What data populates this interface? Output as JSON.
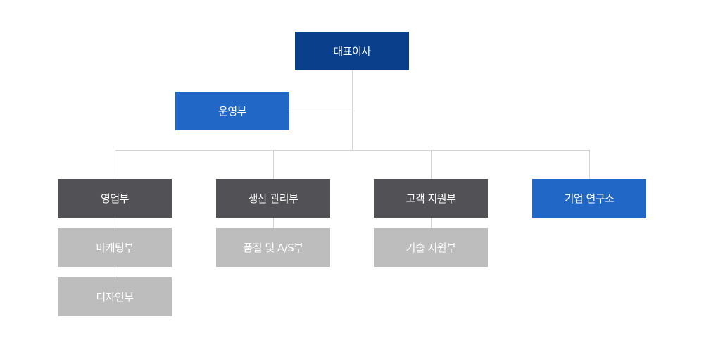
{
  "org_chart": {
    "ceo": {
      "label": "대표이사",
      "color": "#0a3f8c"
    },
    "staff": {
      "label": "운영부",
      "color": "#2167c6"
    },
    "departments": [
      {
        "label": "영업부",
        "color": "#525155",
        "subunits": [
          "마케팅부",
          "디자인부"
        ]
      },
      {
        "label": "생산 관리부",
        "color": "#525155",
        "subunits": [
          "품질 및 A/S부"
        ]
      },
      {
        "label": "고객 지원부",
        "color": "#525155",
        "subunits": [
          "기술 지원부"
        ]
      },
      {
        "label": "기업 연구소",
        "color": "#2167c6",
        "subunits": []
      }
    ],
    "subunit_color": "#bdbdbd",
    "connector_color": "#d4d4d4"
  }
}
